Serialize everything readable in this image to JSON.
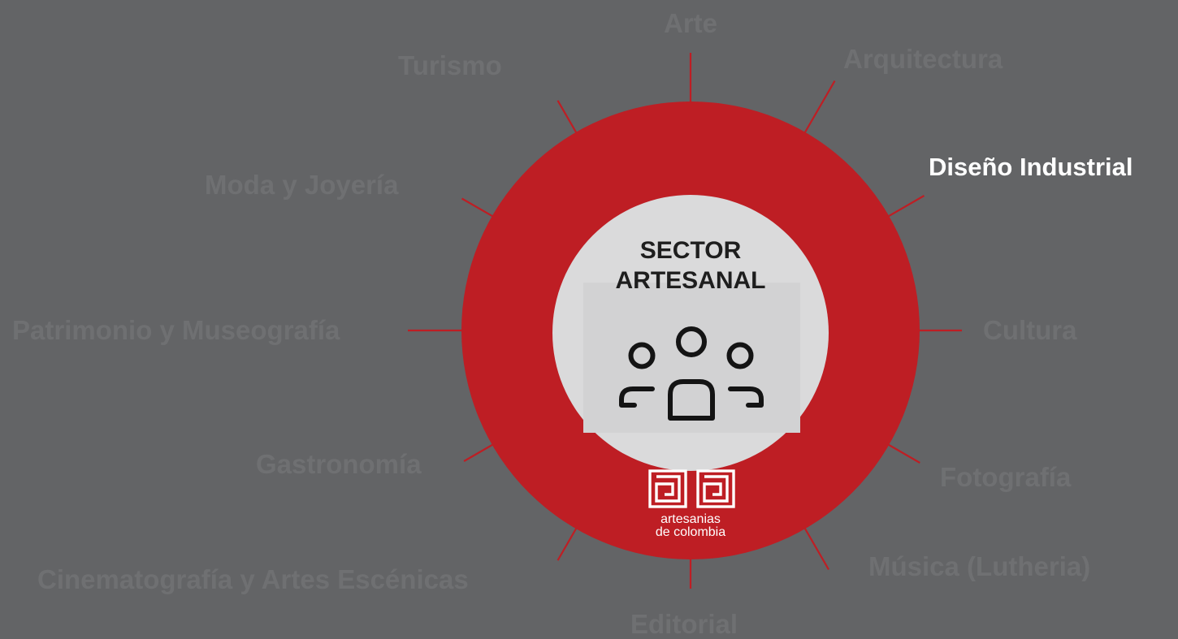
{
  "diagram": {
    "center": {
      "title_line1": "SECTOR",
      "title_line2": "ARTESANAL",
      "icon": "people-group-icon"
    },
    "logo": {
      "icon": "artesanias-de-colombia-logo",
      "line1": "artesanias",
      "line2": "de colombia"
    },
    "sectors": [
      {
        "id": "arte",
        "label": "Arte",
        "active": false
      },
      {
        "id": "arquitectura",
        "label": "Arquitectura",
        "active": false
      },
      {
        "id": "diseno-industrial",
        "label": "Diseño Industrial",
        "active": true
      },
      {
        "id": "cultura",
        "label": "Cultura",
        "active": false
      },
      {
        "id": "fotografia",
        "label": "Fotografía",
        "active": false
      },
      {
        "id": "musica",
        "label": "Música (Lutheria)",
        "active": false
      },
      {
        "id": "editorial",
        "label": "Editorial",
        "active": false
      },
      {
        "id": "cinematografia",
        "label": "Cinematografía y Artes Escénicas",
        "active": false
      },
      {
        "id": "gastronomia",
        "label": "Gastronomía",
        "active": false
      },
      {
        "id": "patrimonio",
        "label": "Patrimonio y Museografía",
        "active": false
      },
      {
        "id": "moda",
        "label": "Moda y Joyería",
        "active": false
      },
      {
        "id": "turismo",
        "label": "Turismo",
        "active": false
      }
    ],
    "colors": {
      "background": "#636466",
      "ring": "#be1e24",
      "inner_circle": "#dadadb",
      "inactive_label": "#6f7072",
      "active_label": "#ffffff"
    }
  }
}
